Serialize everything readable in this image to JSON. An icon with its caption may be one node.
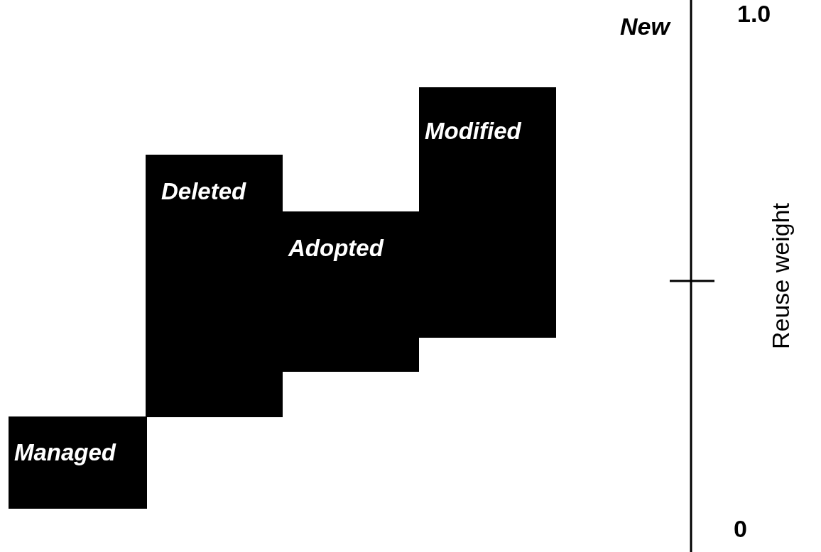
{
  "diagram": {
    "nodes": [
      {
        "text": [
          "Managed"
        ]
      },
      {
        "text": [
          "Deleted"
        ]
      },
      {
        "text": [
          "Adopted"
        ]
      },
      {
        "text": [
          "Modified"
        ]
      }
    ],
    "labels": [
      "New",
      "1.0",
      "0",
      "Reuse weight"
    ]
  }
}
